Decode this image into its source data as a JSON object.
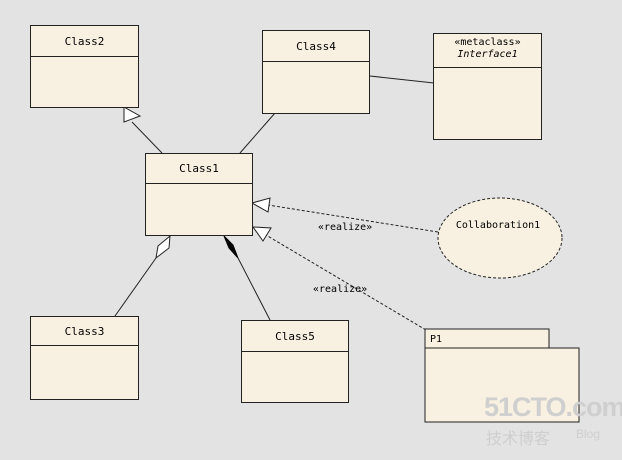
{
  "classes": {
    "class2": "Class2",
    "class4": "Class4",
    "class1": "Class1",
    "class3": "Class3",
    "class5": "Class5"
  },
  "interface": {
    "stereotype": "«metaclass»",
    "name": "Interface1"
  },
  "collaboration": "Collaboration1",
  "package": "P1",
  "relations": {
    "realize_1": "«realize»",
    "realize_2": "«realize»"
  },
  "watermark": {
    "logo": "51CTO.com",
    "line2": "技术博客",
    "line3": "Blog"
  }
}
